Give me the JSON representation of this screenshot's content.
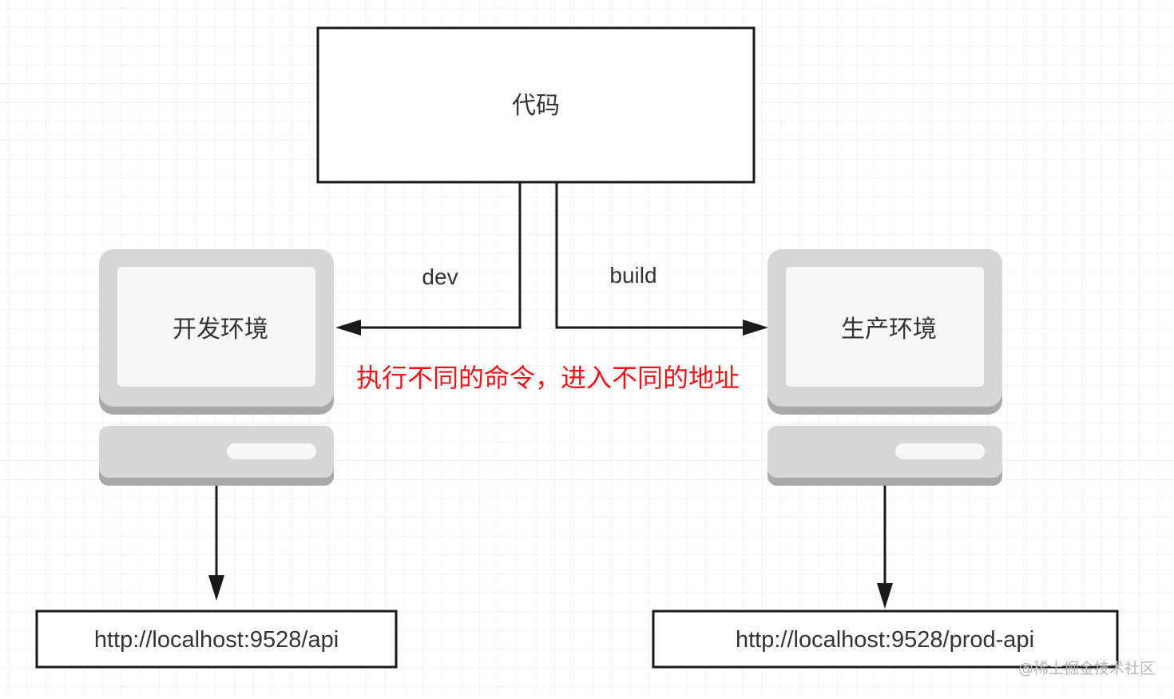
{
  "code_box": {
    "label": "代码"
  },
  "edges": {
    "dev_label": "dev",
    "build_label": "build"
  },
  "dev_env": {
    "label": "开发环境",
    "url": "http://localhost:9528/api"
  },
  "prod_env": {
    "label": "生产环境",
    "url": "http://localhost:9528/prod-api"
  },
  "annotation": "执行不同的命令，进入不同的地址",
  "watermark": "@稀土掘金技术社区",
  "colors": {
    "stroke": "#1a1a1a",
    "computer_gray": "#d6d6d6",
    "computer_shadow": "#a9a9a9",
    "screen_fill": "#f7f7f7",
    "annotation_red": "#e8151c",
    "grid": "#e6e6e6"
  }
}
